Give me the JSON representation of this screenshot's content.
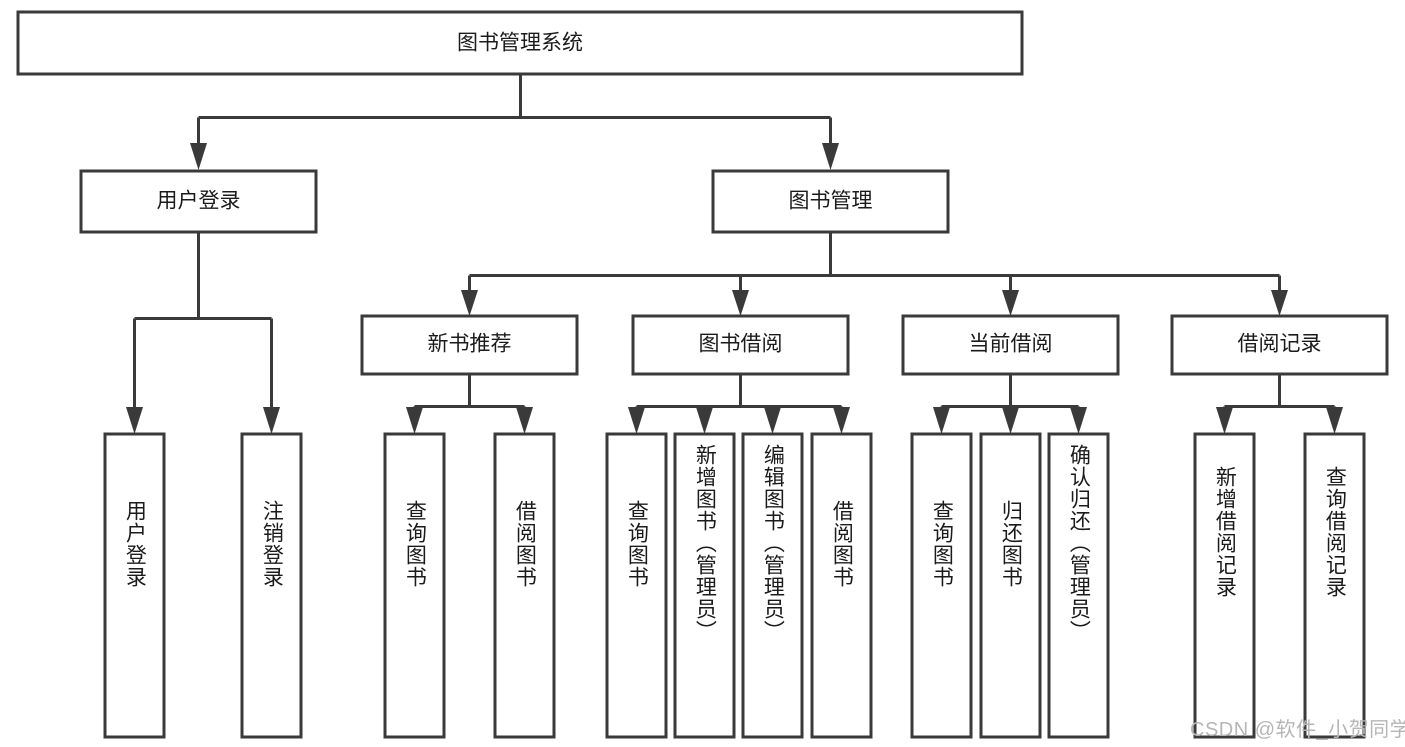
{
  "diagram": {
    "type": "tree-hierarchy-chart",
    "title": "图书管理系统",
    "background_color": "#ffffff",
    "line_color": "#3a3a3a",
    "text_color": "#1b1b1b",
    "root": {
      "label": "图书管理系统",
      "orientation": "horizontal"
    },
    "level2": [
      {
        "label": "用户登录",
        "orientation": "horizontal"
      },
      {
        "label": "图书管理",
        "orientation": "horizontal"
      }
    ],
    "level3": [
      {
        "label": "新书推荐",
        "orientation": "horizontal"
      },
      {
        "label": "图书借阅",
        "orientation": "horizontal"
      },
      {
        "label": "当前借阅",
        "orientation": "horizontal"
      },
      {
        "label": "借阅记录",
        "orientation": "horizontal"
      }
    ],
    "leaves_user_login": [
      {
        "label": "用户登录",
        "orientation": "vertical"
      },
      {
        "label": "注销登录",
        "orientation": "vertical"
      }
    ],
    "leaves_new_book": [
      {
        "label": "查询图书",
        "orientation": "vertical"
      },
      {
        "label": "借阅图书",
        "orientation": "vertical"
      }
    ],
    "leaves_book_borrow": [
      {
        "label": "查询图书",
        "orientation": "vertical"
      },
      {
        "label": "新增图书（管理员）",
        "orientation": "vertical"
      },
      {
        "label": "编辑图书（管理员）",
        "orientation": "vertical"
      },
      {
        "label": "借阅图书",
        "orientation": "vertical"
      }
    ],
    "leaves_current_borrow": [
      {
        "label": "查询图书",
        "orientation": "vertical"
      },
      {
        "label": "归还图书",
        "orientation": "vertical"
      },
      {
        "label": "确认归还（管理员）",
        "orientation": "vertical"
      }
    ],
    "leaves_borrow_record": [
      {
        "label": "新增借阅记录",
        "orientation": "vertical"
      },
      {
        "label": "查询借阅记录",
        "orientation": "vertical"
      }
    ]
  },
  "watermark": {
    "text": "CSDN @软件_小贺同学",
    "color": "#b6b6b6"
  }
}
